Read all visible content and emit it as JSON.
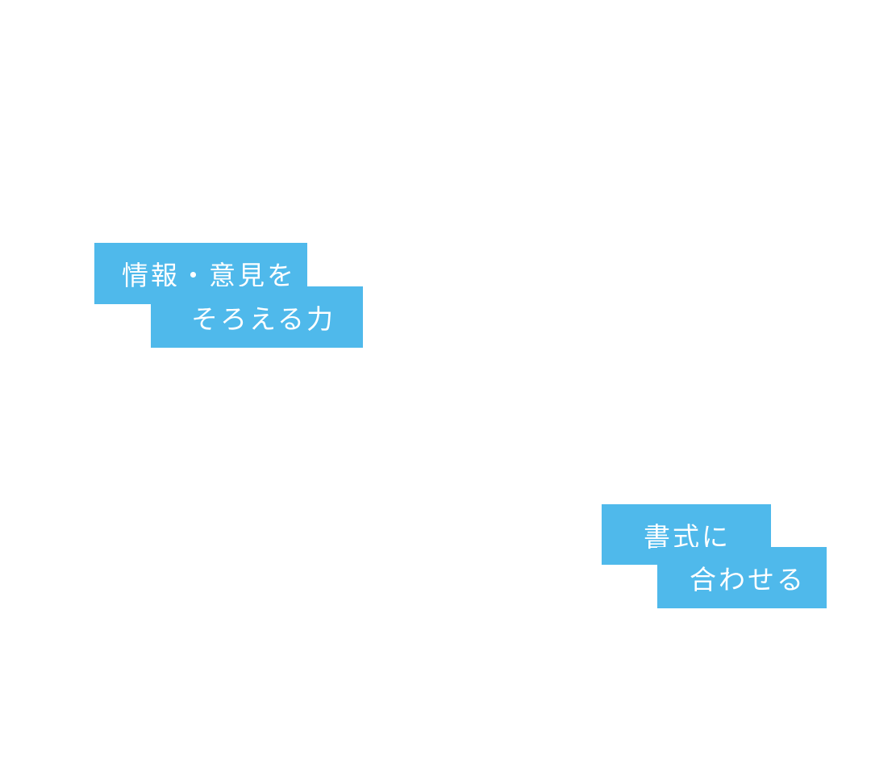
{
  "colors": {
    "background": "#ffffff",
    "label_fill": "#4FB9EB",
    "label_text": "#ffffff"
  },
  "labels": [
    {
      "line1": "情報・意見を",
      "line2": "そろえる力"
    },
    {
      "line1": "書式に",
      "line2": "合わせる"
    }
  ]
}
